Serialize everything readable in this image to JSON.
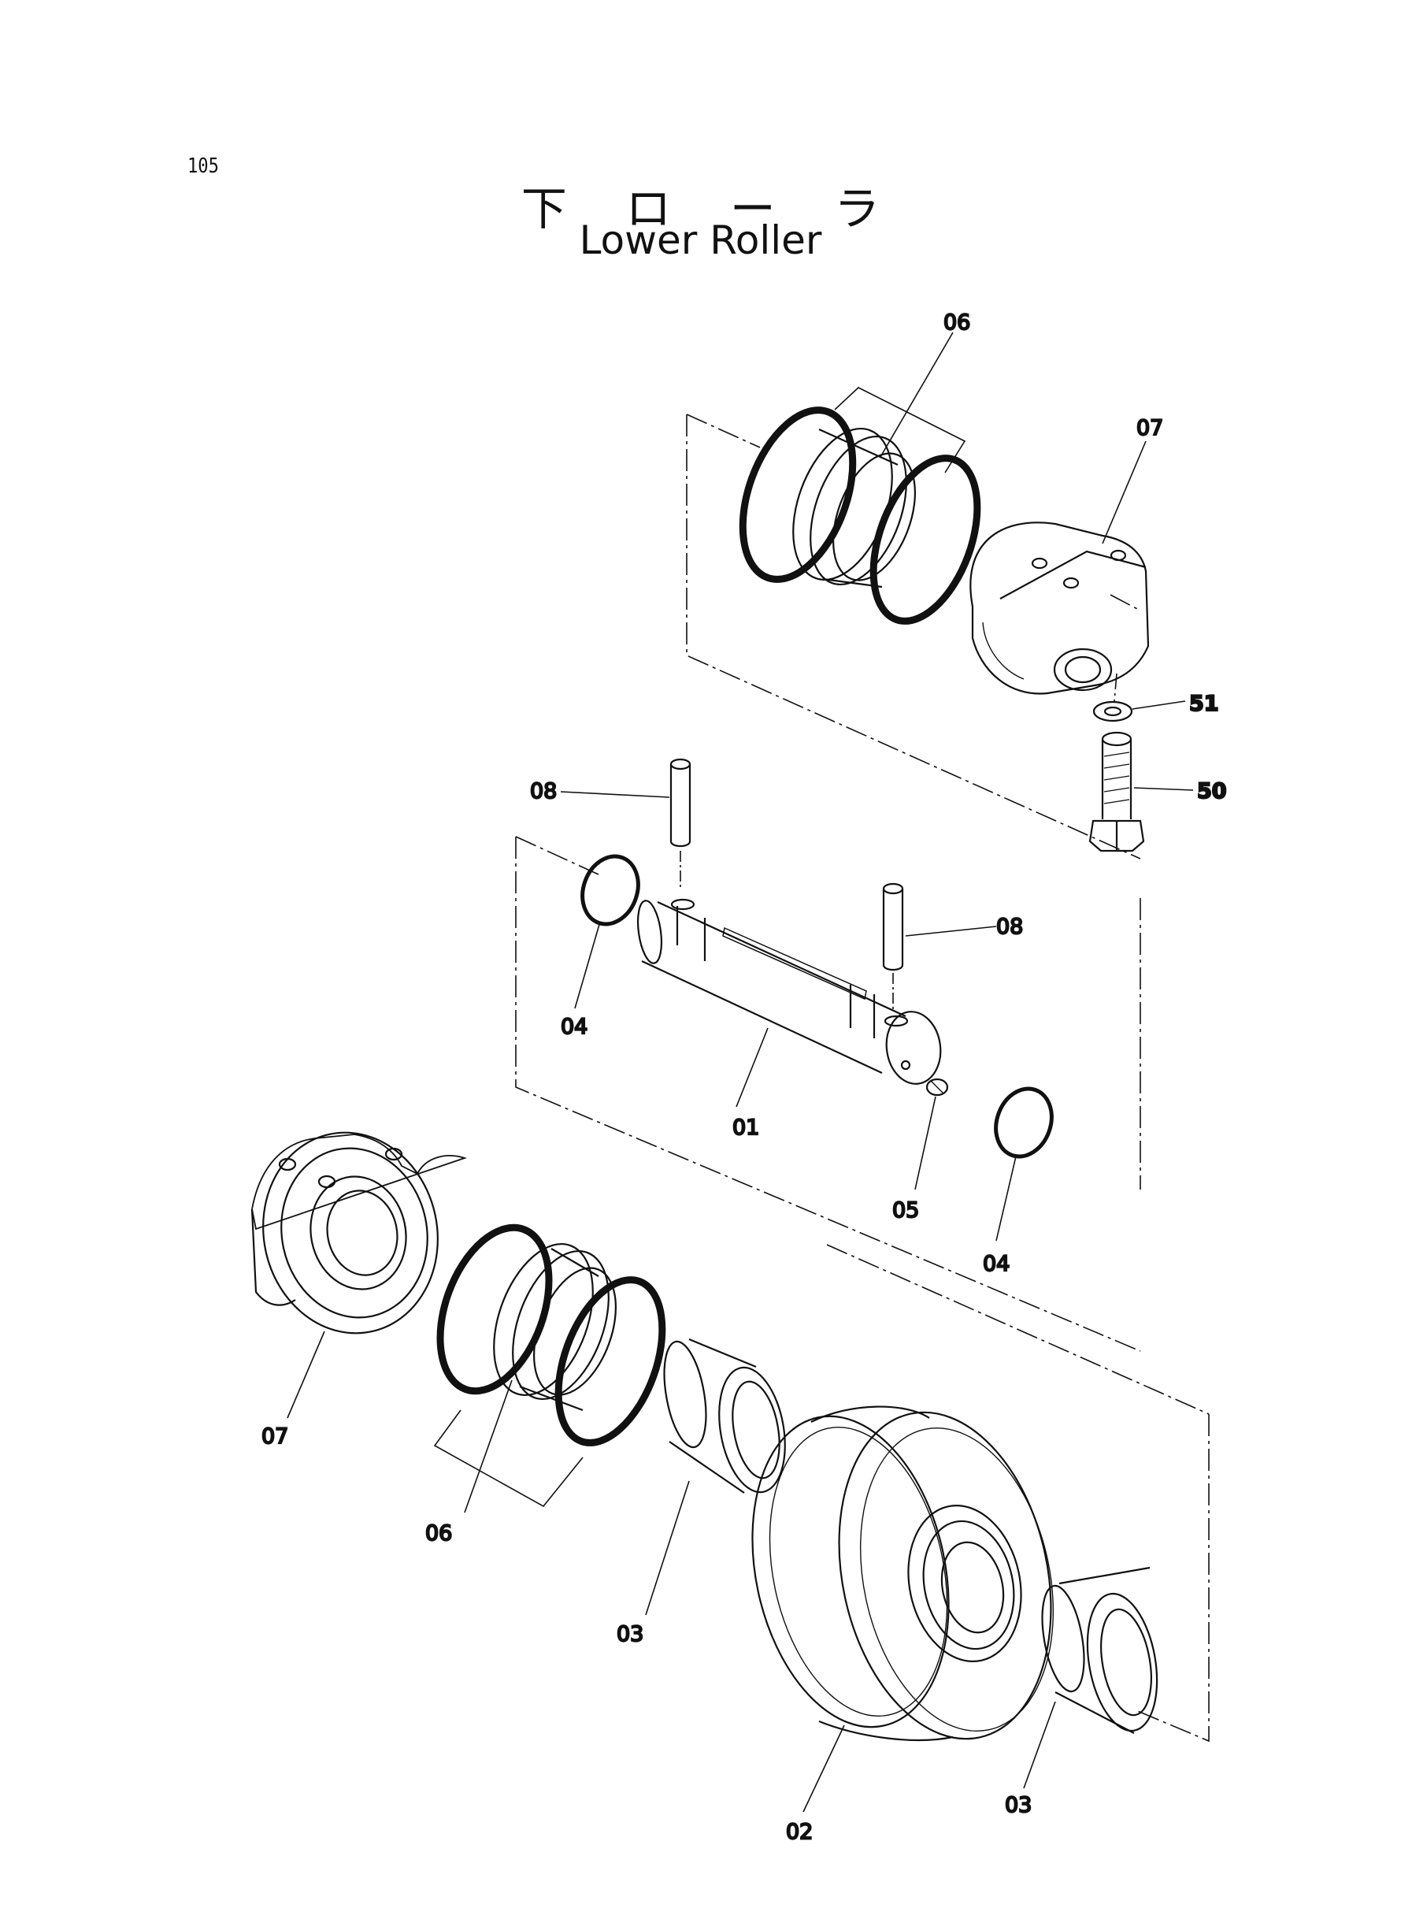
{
  "page_number": "105",
  "title_japanese": "下 ロ ー ラ",
  "title_english": "Lower Roller",
  "callouts": {
    "c06_top": "06",
    "c07_top": "07",
    "c51": "51",
    "c50": "50",
    "c08_left": "08",
    "c08_right": "08",
    "c04_left": "04",
    "c01": "01",
    "c05": "05",
    "c04_right": "04",
    "c07_bottom": "07",
    "c06_bottom": "06",
    "c03_left": "03",
    "c02": "02",
    "c03_right": "03"
  }
}
